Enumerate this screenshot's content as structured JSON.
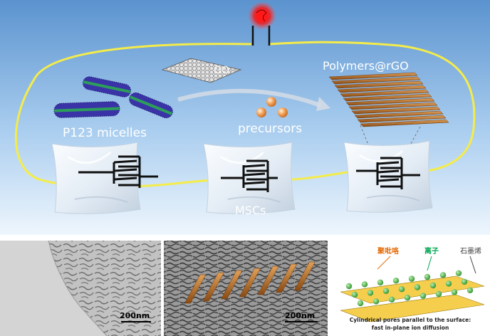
{
  "top_panel": {
    "labels": {
      "go": "GO",
      "polymers": "Polymers@rGO",
      "micelles": "P123 micelles",
      "precursors": "precursors",
      "mscs": "MSCs"
    }
  },
  "tem_panels": [
    {
      "scale_label": "200nm"
    },
    {
      "scale_label": "200nm"
    }
  ],
  "schematic_panel": {
    "labels": {
      "polypyrrole": "聚吡咯",
      "ions": "离子",
      "graphene": "石墨烯"
    },
    "caption_line1": "Cylindrical pores parallel to the surface:",
    "caption_line2": "fast in-plane ion diffusion"
  },
  "colors": {
    "sky_top": "#5b93cf",
    "sky_bottom": "#eef6fd",
    "wire": "#f4ec4a",
    "led": "#e8151a",
    "rods": "#b3681f",
    "ions": "#3fae3a",
    "polypyrrole_label": "#e36c0a",
    "ions_label": "#00a651"
  }
}
